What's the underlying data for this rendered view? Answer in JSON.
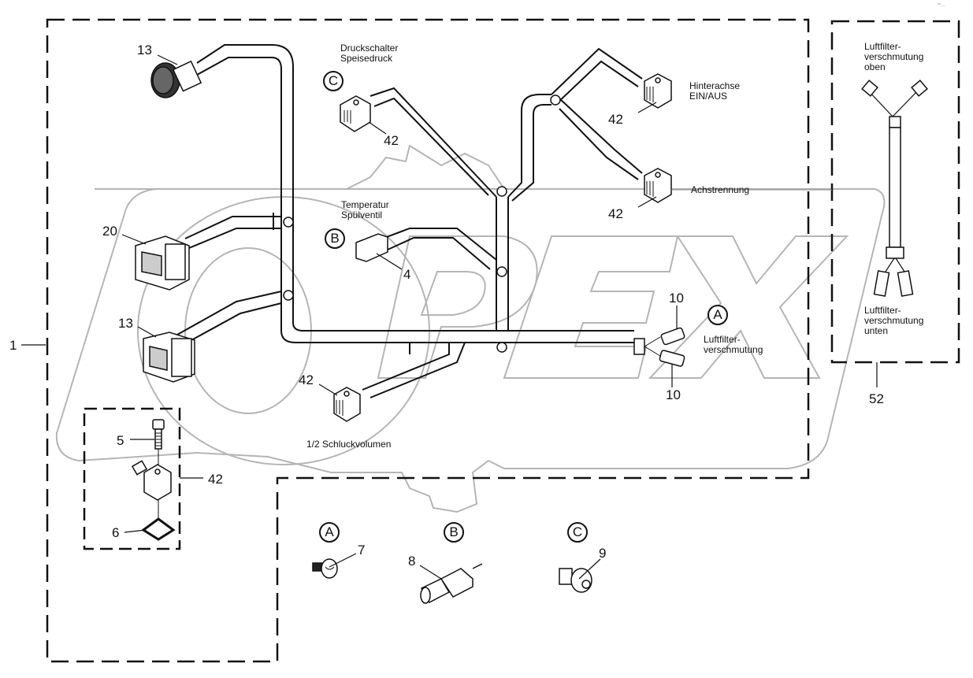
{
  "corner_mark": "°° ...",
  "watermark": {
    "text": "OPEX",
    "color": "#b5b5b5"
  },
  "colors": {
    "line": "#111111",
    "watermark": "#b5b5b5",
    "background": "#ffffff"
  },
  "groups": {
    "main_harness": {
      "number": "1"
    },
    "air_filter_harness": {
      "number": "52"
    },
    "solenoid_detail": {
      "number": "42"
    }
  },
  "labels": {
    "druckschalter": "Druckschalter\nSpeisedruck",
    "hinterachse": "Hinterachse\nEIN/AUS",
    "achstrennung": "Achstrennung",
    "temperatur": "Temperatur\nSpülventil",
    "luftfilter_main": "Luftfilter-\nverschmutung",
    "schluckvolumen": "1/2 Schluckvolumen",
    "luftfilter_oben": "Luftfilter-\nverschmutung\noben",
    "luftfilter_unten": "Luftfilter-\nverschmutung\nunten"
  },
  "callouts": {
    "round_connector": "13",
    "connector_20": "20",
    "connector_13": "13",
    "solenoid_c": "42",
    "solenoid_hinterachse": "42",
    "solenoid_achstrennung": "42",
    "solenoid_schluck": "42",
    "plug_4": "4",
    "plug_10_top": "10",
    "plug_10_bottom": "10",
    "bolt_5": "5",
    "gasket_6": "6",
    "sensor_7": "7",
    "sensor_8": "8",
    "sensor_9": "9"
  },
  "circle_letters": {
    "c_top": "C",
    "b_top": "B",
    "a_top": "A",
    "a_bottom": "A",
    "b_bottom": "B",
    "c_bottom": "C"
  }
}
